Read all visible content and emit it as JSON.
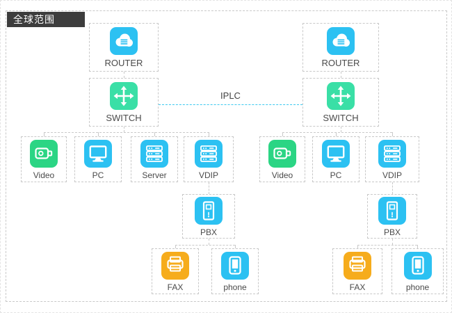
{
  "header": {
    "title": "全球范围"
  },
  "iplc": {
    "label": "IPLC"
  },
  "colors": {
    "node_blue": "#2cc1f2",
    "switch_green": "#3adfa6",
    "video_green": "#2bd584",
    "fax_orange": "#f6ac1c",
    "header_bg": "#3d3d3d",
    "connector_gray": "#c9c9c9",
    "iplc_cyan": "#3cc9f0"
  },
  "left": {
    "router": {
      "label": "ROUTER"
    },
    "switch": {
      "label": "SWITCH"
    },
    "video": {
      "label": "Video"
    },
    "pc": {
      "label": "PC"
    },
    "server": {
      "label": "Server"
    },
    "vdip": {
      "label": "VDIP"
    },
    "pbx": {
      "label": "PBX"
    },
    "fax": {
      "label": "FAX"
    },
    "phone": {
      "label": "phone"
    }
  },
  "right": {
    "router": {
      "label": "ROUTER"
    },
    "switch": {
      "label": "SWITCH"
    },
    "video": {
      "label": "Video"
    },
    "pc": {
      "label": "PC"
    },
    "vdip": {
      "label": "VDIP"
    },
    "pbx": {
      "label": "PBX"
    },
    "fax": {
      "label": "FAX"
    },
    "phone": {
      "label": "phone"
    }
  }
}
